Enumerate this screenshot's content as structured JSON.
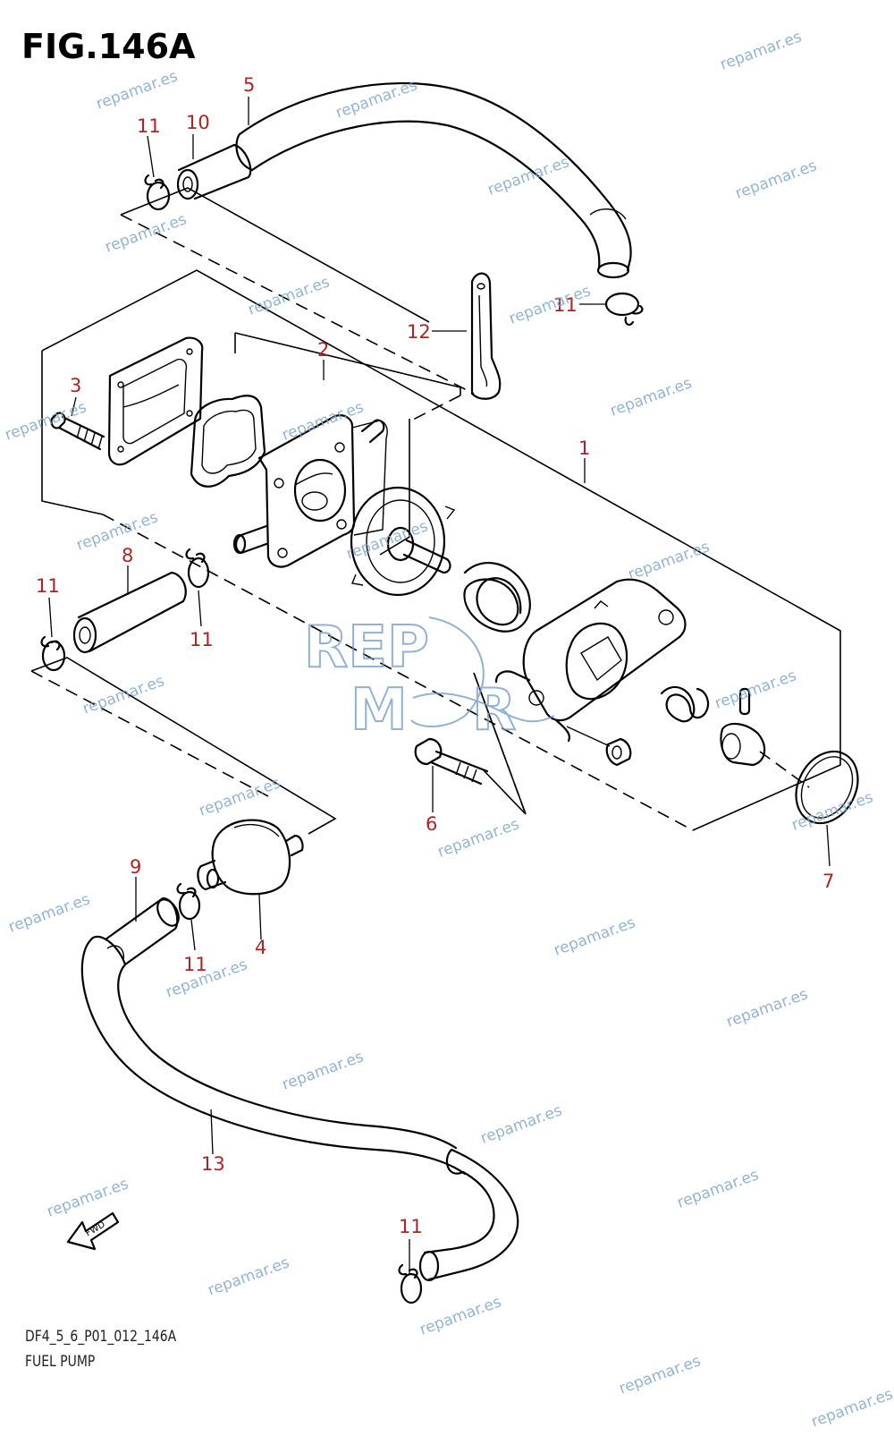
{
  "figure": {
    "title": "FIG.146A",
    "code": "DF4_5_6_P01_012_146A",
    "name": "FUEL PUMP"
  },
  "callouts": {
    "c1": "1",
    "c2": "2",
    "c3": "3",
    "c4": "4",
    "c5": "5",
    "c6": "6",
    "c7": "7",
    "c8": "8",
    "c9": "9",
    "c10": "10",
    "c11a": "11",
    "c11b": "11",
    "c11c": "11",
    "c11d": "11",
    "c11e": "11",
    "c11f": "11",
    "c12": "12",
    "c13": "13"
  },
  "watermark": {
    "text": "repamar.es"
  },
  "fwd_label": "FWD",
  "colors": {
    "callout": "#b22222",
    "watermark": "#7fa7d1",
    "line": "#000000"
  }
}
